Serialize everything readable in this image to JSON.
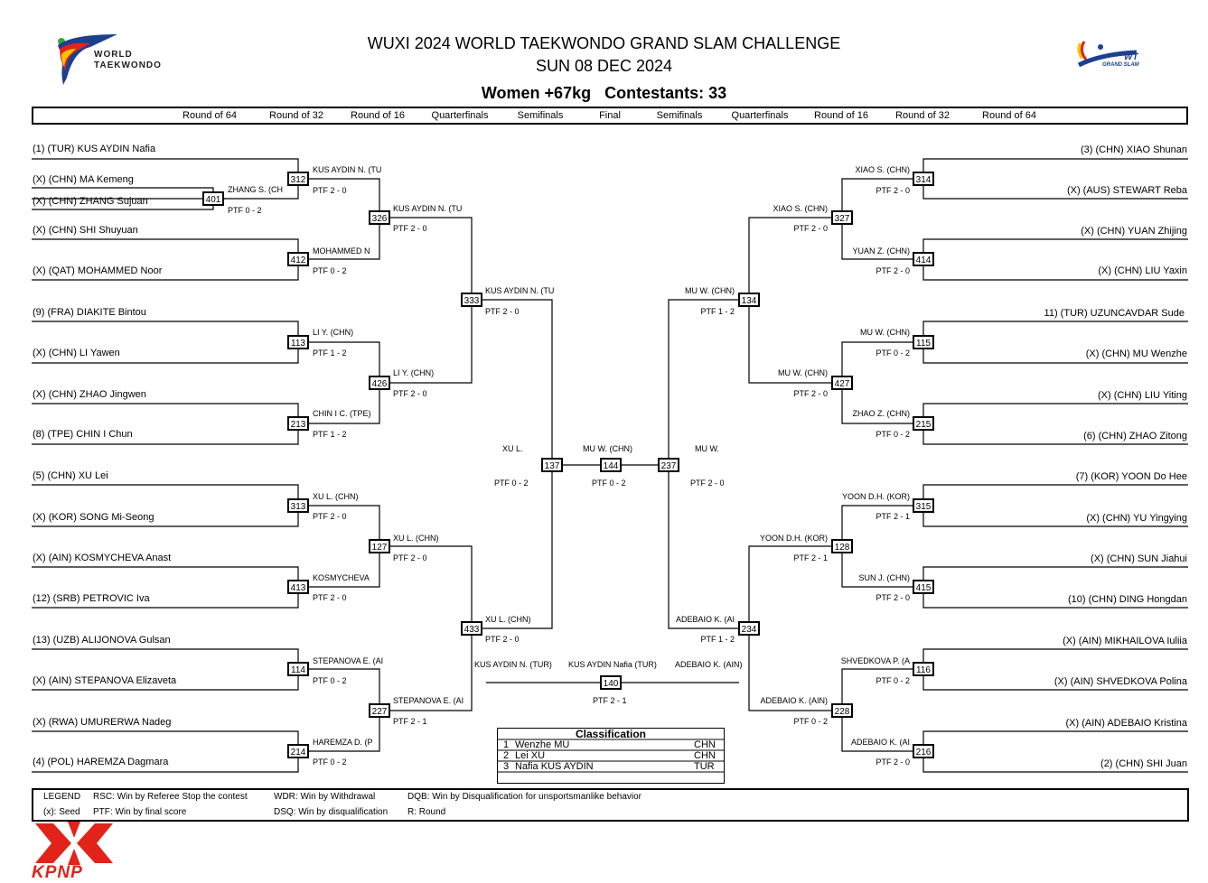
{
  "header": {
    "title": "WUXI 2024 WORLD TAEKWONDO GRAND SLAM CHALLENGE",
    "date": "SUN 08 DEC 2024",
    "category": "Women +67kg   Contestants: 33",
    "logo_left_line1": "WORLD",
    "logo_left_line2": "TAEKWONDO",
    "logo_right_line1": "WT",
    "logo_right_line2": "GRAND SLAM",
    "logo_bottom_text": "KPNP"
  },
  "rounds": [
    "Round of 64",
    "Round of 32",
    "Round of 16",
    "Quarterfinals",
    "Semifinals",
    "Final",
    "Semifinals",
    "Quarterfinals",
    "Round of 16",
    "Round of 32",
    "Round of 64"
  ],
  "left_players": [
    "(1) (TUR) KUS AYDIN Nafia",
    "(X) (CHN) MA Kemeng",
    "(X) (CHN) ZHANG Sujuan",
    "(X) (CHN) SHI Shuyuan",
    "(X) (QAT) MOHAMMED Noor",
    "(9) (FRA) DIAKITE Bintou",
    "(X) (CHN) LI Yawen",
    "(X) (CHN) ZHAO Jingwen",
    "(8) (TPE) CHIN I Chun",
    "(5) (CHN) XU Lei",
    "(X) (KOR) SONG Mi-Seong",
    "(X) (AIN) KOSMYCHEVA Anast",
    "(12) (SRB) PETROVIC Iva",
    "(13) (UZB) ALIJONOVA Gulsan",
    "(X) (AIN) STEPANOVA Elizaveta",
    "(X) (RWA) UMURERWA Nadeg",
    "(4) (POL) HAREMZA Dagmara"
  ],
  "right_players": [
    "(3) (CHN) XIAO Shunan",
    "(X) (AUS) STEWART Reba",
    "(X) (CHN) YUAN Zhijing",
    "(X) (CHN) LIU Yaxin",
    "11) (TUR) UZUNCAVDAR Sude",
    "(X) (CHN) MU Wenzhe",
    "(X) (CHN) LIU Yiting",
    "(6) (CHN) ZHAO Zitong",
    "(7) (KOR) YOON Do Hee",
    "(X) (CHN) YU Yingying",
    "(X) (CHN) SUN Jiahui",
    "(10) (CHN) DING Hongdan",
    "(X) (AIN) MIKHAILOVA Iuliia",
    "(X) (AIN) SHVEDKOVA Polina",
    "(X) (AIN) ADEBAIO Kristina",
    "(2) (CHN) SHI Juan"
  ],
  "matches": [
    {
      "num": "401",
      "winner": "ZHANG S. (CH",
      "score": "PTF 0 - 2"
    },
    {
      "num": "312",
      "winner": "KUS AYDIN N. (TU",
      "score": "PTF 2 - 0"
    },
    {
      "num": "412",
      "winner": "MOHAMMED N",
      "score": "PTF 0 - 2"
    },
    {
      "num": "113",
      "winner": "LI Y. (CHN)",
      "score": "PTF 1 - 2"
    },
    {
      "num": "213",
      "winner": "CHIN I C. (TPE)",
      "score": "PTF 1 - 2"
    },
    {
      "num": "313",
      "winner": "XU L. (CHN)",
      "score": "PTF 2 - 0"
    },
    {
      "num": "413",
      "winner": "KOSMYCHEVA",
      "score": "PTF 2 - 0"
    },
    {
      "num": "114",
      "winner": "STEPANOVA E. (AI",
      "score": "PTF 0 - 2"
    },
    {
      "num": "214",
      "winner": "HAREMZA D. (P",
      "score": "PTF 0 - 2"
    },
    {
      "num": "326",
      "winner": "KUS AYDIN N. (TU",
      "score": "PTF 2 - 0"
    },
    {
      "num": "426",
      "winner": "LI Y. (CHN)",
      "score": "PTF 2 - 0"
    },
    {
      "num": "127",
      "winner": "XU L. (CHN)",
      "score": "PTF 2 - 0"
    },
    {
      "num": "227",
      "winner": "STEPANOVA E. (AI",
      "score": "PTF 2 - 1"
    },
    {
      "num": "333",
      "winner": "KUS AYDIN N. (TU",
      "score": "PTF 2 - 0"
    },
    {
      "num": "433",
      "winner": "XU L. (CHN)",
      "score": "PTF 2 - 0"
    },
    {
      "num": "137",
      "winner": "XU L.",
      "score": "PTF 0 - 2"
    },
    {
      "num": "144",
      "winner": "MU W. (CHN)",
      "score": "PTF 0 - 2"
    },
    {
      "num": "237",
      "winner": "MU W.",
      "score": "PTF 2 - 0"
    },
    {
      "num": "134",
      "winner": "MU W. (CHN)",
      "score": "PTF 1 - 2"
    },
    {
      "num": "234",
      "winner": "ADEBAIO K. (AI",
      "score": "PTF 1 - 2"
    },
    {
      "num": "327",
      "winner": "XIAO S. (CHN)",
      "score": "PTF 2 - 0"
    },
    {
      "num": "427",
      "winner": "MU W. (CHN)",
      "score": "PTF 2 - 0"
    },
    {
      "num": "128",
      "winner": "YOON D.H. (KOR)",
      "score": "PTF 2 - 1"
    },
    {
      "num": "228",
      "winner": "ADEBAIO K. (AIN)",
      "score": "PTF 0 - 2"
    },
    {
      "num": "314",
      "winner": "XIAO S. (CHN)",
      "score": "PTF 2 - 0"
    },
    {
      "num": "414",
      "winner": "YUAN Z. (CHN)",
      "score": "PTF 2 - 0"
    },
    {
      "num": "115",
      "winner": "MU W. (CHN)",
      "score": "PTF 0 - 2"
    },
    {
      "num": "215",
      "winner": "ZHAO Z. (CHN)",
      "score": "PTF 0 - 2"
    },
    {
      "num": "315",
      "winner": "YOON D.H. (KOR)",
      "score": "PTF 2 - 1"
    },
    {
      "num": "415",
      "winner": "SUN J. (CHN)",
      "score": "PTF 2 - 0"
    },
    {
      "num": "116",
      "winner": "SHVEDKOVA P. (A",
      "score": "PTF 0 - 2"
    },
    {
      "num": "216",
      "winner": "ADEBAIO K. (AI",
      "score": "PTF 2 - 0"
    }
  ],
  "bronze": {
    "num": "140",
    "left": "KUS AYDIN N. (TUR)",
    "right": "ADEBAIO K. (AIN)",
    "winner": "KUS AYDIN Nafia (TUR)",
    "score": "PTF 2 - 1"
  },
  "classification": {
    "title": "Classification",
    "rows": [
      {
        "rank": "1",
        "name": "Wenzhe MU",
        "nat": "CHN"
      },
      {
        "rank": "2",
        "name": "Lei XU",
        "nat": "CHN"
      },
      {
        "rank": "3",
        "name": "Nafia KUS AYDIN",
        "nat": "TUR"
      }
    ]
  },
  "legend": {
    "title": "LEGEND",
    "rsc": "RSC: Win by Referee Stop the contest",
    "wdr": "WDR: Win by Withdrawal",
    "dqb": "DQB: Win by Disqualification for unsportsmanlike behavior",
    "seed": "(x): Seed",
    "ptf": "PTF: Win by final score",
    "dsq": "DSQ: Win by disqualification",
    "r": "R: Round"
  },
  "colors": {
    "wt_red": "#e2231a",
    "wt_blue": "#1d3f8f",
    "wt_yellow": "#f5c400",
    "wt_green": "#3aaa35",
    "kpnp_red": "#e2231a"
  }
}
